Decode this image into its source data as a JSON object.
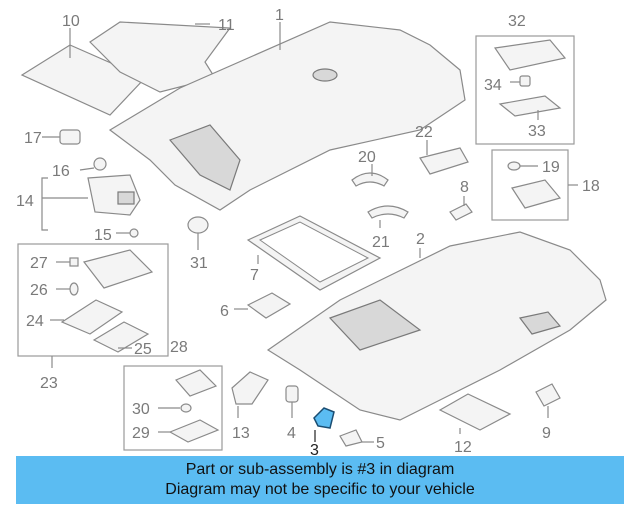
{
  "callouts": {
    "c1": "1",
    "c2": "2",
    "c3": "3",
    "c4": "4",
    "c5": "5",
    "c6": "6",
    "c7": "7",
    "c8": "8",
    "c9": "9",
    "c10": "10",
    "c11": "11",
    "c12": "12",
    "c13": "13",
    "c14": "14",
    "c15": "15",
    "c16": "16",
    "c17": "17",
    "c18": "18",
    "c19": "19",
    "c20": "20",
    "c21": "21",
    "c22": "22",
    "c23": "23",
    "c24": "24",
    "c25": "25",
    "c26": "26",
    "c27": "27",
    "c28": "28",
    "c29": "29",
    "c30": "30",
    "c31": "31",
    "c32": "32",
    "c33": "33",
    "c34": "34"
  },
  "highlight": {
    "part": "3",
    "color": "#5bbcf2"
  },
  "banner": {
    "line1": "Part or sub-assembly is #3 in diagram",
    "line2": "Diagram may not be specific to your vehicle",
    "color": "#5bbcf2"
  }
}
